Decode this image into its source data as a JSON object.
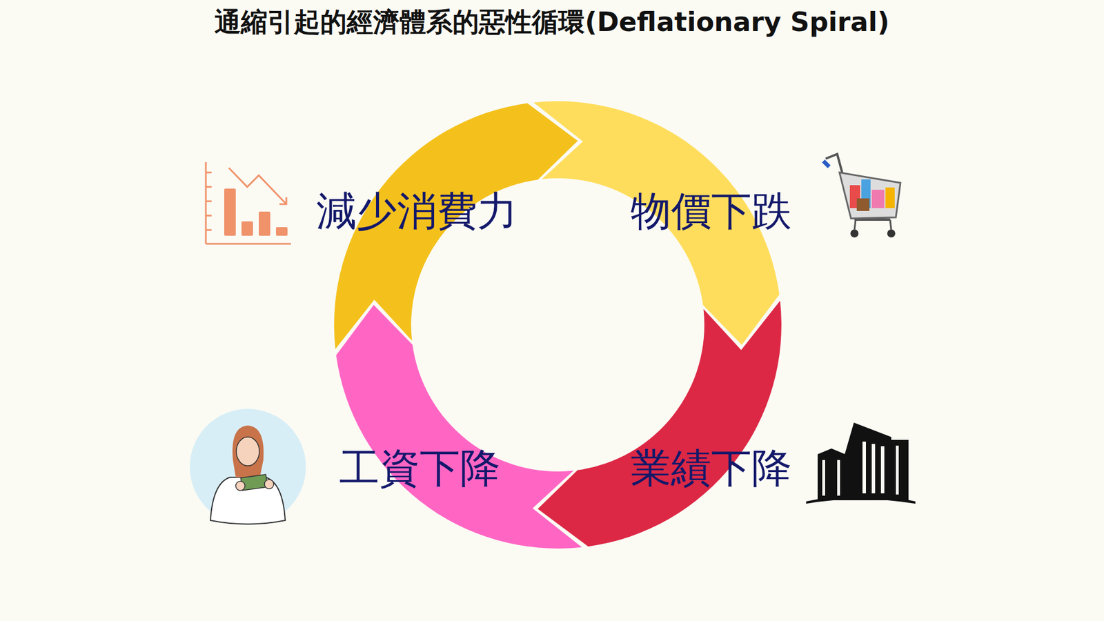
{
  "diagram": {
    "title": "通縮引起的經濟體系的惡性循環(Deflationary Spiral)",
    "nodes": [
      {
        "text": [
          "減少消費力"
        ]
      },
      {
        "text": [
          "物價下跌"
        ]
      },
      {
        "text": [
          "工資下降"
        ]
      },
      {
        "text": [
          "業績下降"
        ]
      }
    ],
    "edges": [
      {
        "from": 0,
        "to": 1,
        "arrow": "to"
      },
      {
        "from": 1,
        "to": 3,
        "arrow": "to"
      },
      {
        "from": 3,
        "to": 2,
        "arrow": "to"
      },
      {
        "from": 2,
        "to": 0,
        "arrow": "to"
      }
    ]
  }
}
